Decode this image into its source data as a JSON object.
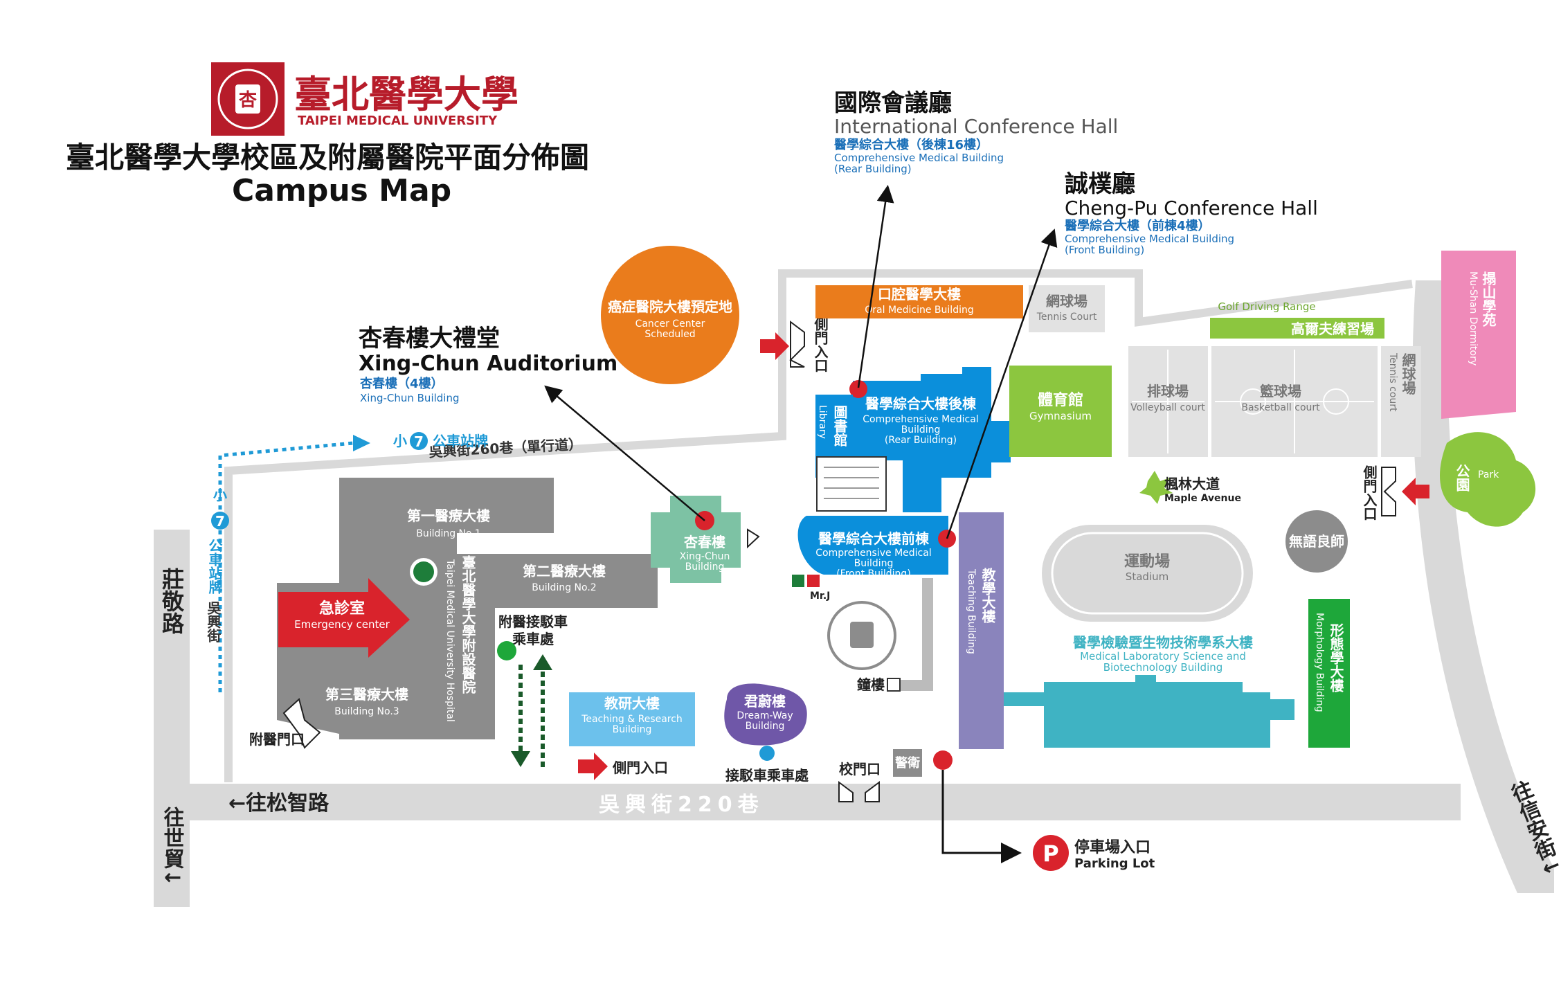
{
  "header": {
    "logo_chinese": "臺北醫學大學",
    "logo_english": "TAIPEI MEDICAL UNIVERSITY",
    "title_zh": "臺北醫學大學校區及附屬醫院平面分佈圖",
    "title_en": "Campus Map"
  },
  "callouts": {
    "intl_hall": {
      "zh": "國際會議廳",
      "en": "International Conference Hall",
      "loc_zh": "醫學綜合大樓（後棟16樓）",
      "loc_en1": "Comprehensive Medical Building",
      "loc_en2": "(Rear Building)"
    },
    "chengpu_hall": {
      "zh": "誠樸廳",
      "en": "Cheng-Pu Conference Hall",
      "loc_zh": "醫學綜合大樓（前棟4樓）",
      "loc_en1": "Comprehensive Medical Building",
      "loc_en2": "(Front Building)"
    },
    "xingchun_aud": {
      "zh": "杏春樓大禮堂",
      "en": "Xing-Chun Auditorium",
      "loc_zh": "杏春樓（4樓）",
      "loc_en": "Xing-Chun Building"
    }
  },
  "buildings": {
    "cancer": {
      "zh": "癌症醫院大樓預定地",
      "en1": "Cancer Center",
      "en2": "Scheduled"
    },
    "oral": {
      "zh": "口腔醫學大樓",
      "en": "Oral Medicine Building"
    },
    "tennis": {
      "zh": "網球場",
      "en": "Tennis Court"
    },
    "golf": {
      "zh": "高爾夫練習場",
      "en": "Golf Driving Range"
    },
    "mushan": {
      "zh": "搨山學苑",
      "en": "Mu-Shan Dormitory"
    },
    "rear": {
      "zh": "醫學綜合大樓後棟",
      "en1": "Comprehensive Medical",
      "en2": "Building",
      "en3": "(Rear Building)"
    },
    "library": {
      "zh": "圖書館",
      "en": "Library"
    },
    "gym": {
      "zh": "體育館",
      "en": "Gymnasium"
    },
    "volleyball": {
      "zh": "排球場",
      "en": "Volleyball court"
    },
    "basketball": {
      "zh": "籃球場",
      "en": "Basketball court"
    },
    "tennis2": {
      "zh": "網球場",
      "en": "Tennis court"
    },
    "park": {
      "zh": "公園",
      "en": "Park"
    },
    "maple": {
      "zh": "楓林大道",
      "en": "Maple Avenue"
    },
    "wuyu": {
      "zh": "無語良師"
    },
    "front": {
      "zh": "醫學綜合大樓前棟",
      "en1": "Comprehensive Medical",
      "en2": "Building",
      "en3": "(Front Building)"
    },
    "xingchun": {
      "zh": "杏春樓",
      "en1": "Xing-Chun",
      "en2": "Building"
    },
    "teaching": {
      "zh": "教學大樓",
      "en": "Teaching Building"
    },
    "stadium": {
      "zh": "運動場",
      "en": "Stadium"
    },
    "medlab": {
      "zh": "醫學檢驗暨生物技術學系大樓",
      "en1": "Medical Laboratory Science and",
      "en2": "Biotechnology Building"
    },
    "morph": {
      "zh": "形態學大樓",
      "en": "Morphology Building"
    },
    "bld1": {
      "zh": "第一醫療大樓",
      "en": "Building No.1"
    },
    "bld2": {
      "zh": "第二醫療大樓",
      "en": "Building No.2"
    },
    "bld3": {
      "zh": "第三醫療大樓",
      "en": "Building No.3"
    },
    "hospital": {
      "zh": "臺北醫學大學附設醫院",
      "en": "Taipei Medical University Hospital"
    },
    "emergency": {
      "zh": "急診室",
      "en": "Emergency center"
    },
    "research": {
      "zh": "教研大樓",
      "en1": "Teaching & Research",
      "en2": "Building"
    },
    "dreamway": {
      "zh": "君蔚樓",
      "en1": "Dream-Way",
      "en2": "Building"
    }
  },
  "labels": {
    "shuttle_hosp": "附醫接駁車乘車處",
    "shuttle": "接駁車乘車處",
    "side_gate": "側門入口",
    "side_gate_v": "側門入口",
    "hosp_gate": "附醫門口",
    "school_gate": "校門口",
    "guard": "警衛",
    "bell_tower": "鐘樓",
    "mrj": "Mr.J",
    "parking_zh": "停車場入口",
    "parking_en": "Parking Lot",
    "parking_p": "P",
    "bus_7": "7",
    "bus_small": "小",
    "bus_stop": "公車站牌",
    "bus_stop_v": "公車站牌",
    "wuxing_v": "吳興街"
  },
  "roads": {
    "wuxing260": "吳興街260巷（單行道）",
    "wuxing220": "吳興街220巷",
    "songzhi": "←往松智路",
    "zhuangjing": "莊敬路",
    "shimao": "往世貿↓",
    "xinan": "信安街",
    "to_xinan": "往信安街↓"
  },
  "colors": {
    "gray": "#8c8c8c",
    "blue": "#0b8fdb",
    "orange": "#ea7c1c",
    "green": "#8cc63f",
    "teal": "#7dc2a4",
    "red": "#d9232c",
    "purple": "#8a84bc",
    "cyan": "#3fb3c3",
    "pink": "#ef8ab9",
    "darkgreen": "#1ea73a",
    "lightblue": "#6cc1ec",
    "dreamway": "#6f57a8",
    "title_blue": "#1a6fb8",
    "bus_blue": "#1f9ad6"
  }
}
